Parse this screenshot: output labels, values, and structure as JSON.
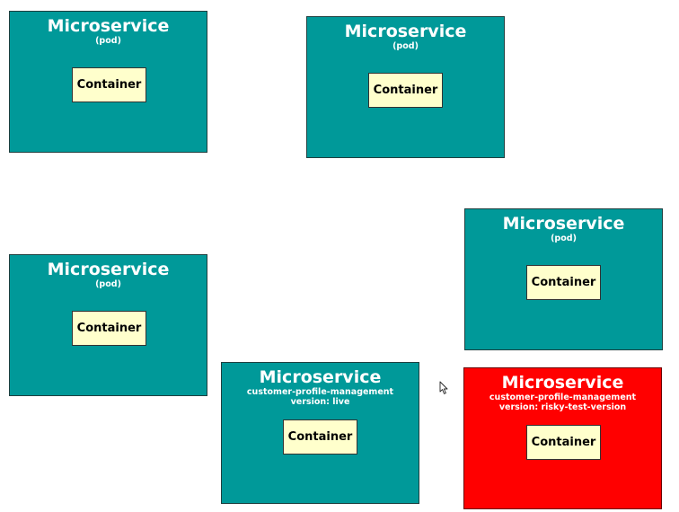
{
  "pods": [
    {
      "id": "pod-1",
      "title": "Microservice",
      "subtitle": [
        "(pod)"
      ],
      "container": "Container",
      "status": "normal"
    },
    {
      "id": "pod-2",
      "title": "Microservice",
      "subtitle": [
        "(pod)"
      ],
      "container": "Container",
      "status": "normal"
    },
    {
      "id": "pod-3",
      "title": "Microservice",
      "subtitle": [
        "(pod)"
      ],
      "container": "Container",
      "status": "normal"
    },
    {
      "id": "pod-4",
      "title": "Microservice",
      "subtitle": [
        "(pod)"
      ],
      "container": "Container",
      "status": "normal"
    },
    {
      "id": "pod-5",
      "title": "Microservice",
      "subtitle": [
        "customer-profile-management",
        "version: live"
      ],
      "container": "Container",
      "status": "normal"
    },
    {
      "id": "pod-6",
      "title": "Microservice",
      "subtitle": [
        "customer-profile-management",
        "version: risky-test-version"
      ],
      "container": "Container",
      "status": "risky"
    }
  ],
  "colors": {
    "pod_fill": "#009999",
    "risky_fill": "#ff0000",
    "container_fill": "#ffffcc",
    "text_on_pod": "#ffffff"
  },
  "icons": {
    "cursor": "mouse-pointer-icon"
  }
}
